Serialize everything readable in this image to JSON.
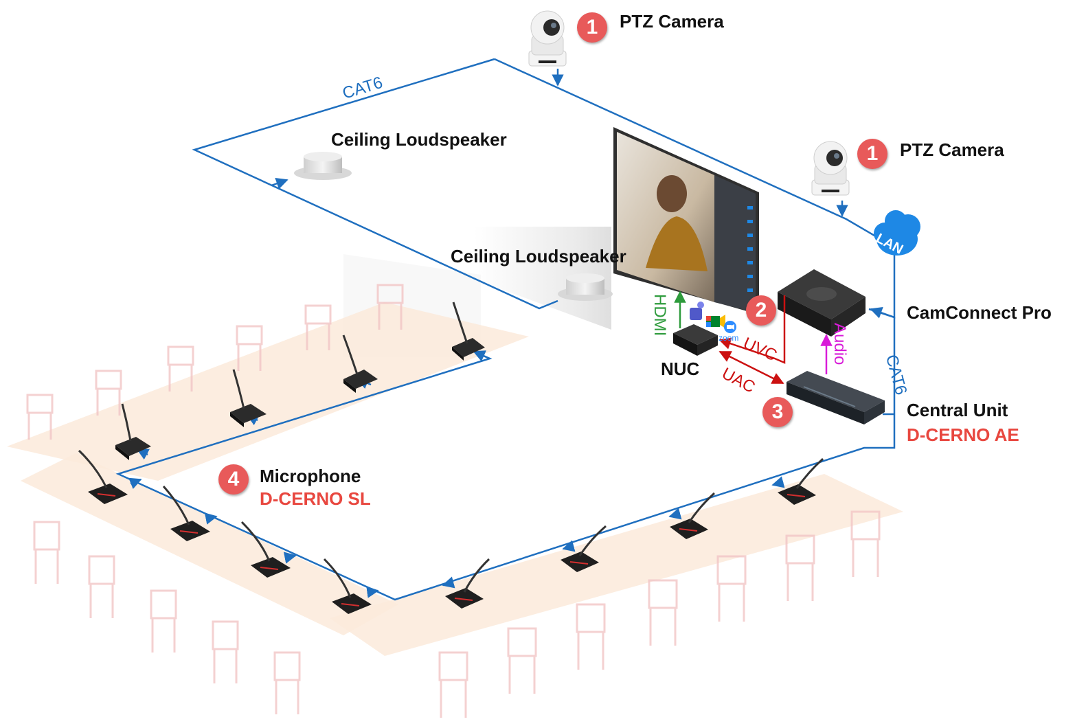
{
  "colors": {
    "cable": "#1f6fbf",
    "badge": "#e85a5a",
    "accent_text": "#e8473f",
    "hdmi": "#2e9b3c",
    "uac": "#cc1111",
    "audio": "#d81bd8",
    "table": "#fbeadb",
    "chair": "#f2c6c6",
    "lan": "#1e88e5"
  },
  "components": {
    "ptz_camera_top": {
      "badge": "1",
      "label": "PTZ Camera",
      "icon": "ptz-camera-icon"
    },
    "ptz_camera_right": {
      "badge": "1",
      "label": "PTZ Camera",
      "icon": "ptz-camera-icon"
    },
    "ceiling_speaker_1": {
      "label": "Ceiling Loudspeaker",
      "icon": "ceiling-speaker-icon"
    },
    "ceiling_speaker_2": {
      "label": "Ceiling Loudspeaker",
      "icon": "ceiling-speaker-icon"
    },
    "nuc": {
      "badge": "2",
      "label": "NUC",
      "icon": "mini-pc-icon"
    },
    "camconnect": {
      "label": "CamConnect Pro",
      "icon": "camconnect-box-icon"
    },
    "central_unit": {
      "badge": "3",
      "label": "Central Unit",
      "model": "D-CERNO AE",
      "icon": "rack-unit-icon"
    },
    "microphone": {
      "badge": "4",
      "label": "Microphone",
      "model": "D-CERNO SL",
      "icon": "gooseneck-mic-icon"
    },
    "lan": {
      "label": "LAN",
      "icon": "cloud-icon"
    }
  },
  "connections": {
    "cat6_top": "CAT6",
    "cat6_right": "CAT6",
    "hdmi": "HDMI",
    "uvc": "UVC",
    "uac": "UAC",
    "audio": "Audio"
  },
  "apps": {
    "icons": [
      "teams-icon",
      "meet-icon",
      "zoom-icon"
    ],
    "zoom_label": "zoom"
  }
}
